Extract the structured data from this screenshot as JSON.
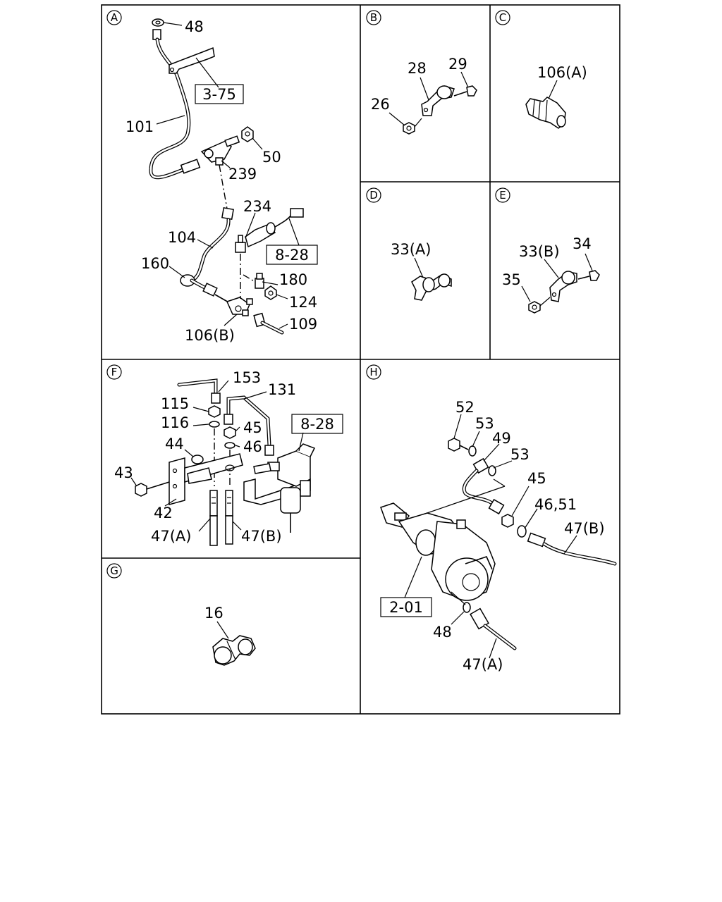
{
  "sections": {
    "A": "A",
    "B": "B",
    "C": "C",
    "D": "D",
    "E": "E",
    "F": "F",
    "G": "G",
    "H": "H"
  },
  "labels": {
    "a48": "48",
    "a3_75": "3-75",
    "a101": "101",
    "a50": "50",
    "a239": "239",
    "a234": "234",
    "a104": "104",
    "a8_28": "8-28",
    "a160": "160",
    "a180": "180",
    "a124": "124",
    "a106b": "106(B)",
    "a109": "109",
    "b28": "28",
    "b29": "29",
    "b26": "26",
    "c106a": "106(A)",
    "d33a": "33(A)",
    "e33b": "33(B)",
    "e34": "34",
    "e35": "35",
    "f153": "153",
    "f131": "131",
    "f115": "115",
    "f116": "116",
    "f45": "45",
    "f8_28": "8-28",
    "f46": "46",
    "f44": "44",
    "f43": "43",
    "f42": "42",
    "f47a": "47(A)",
    "f47b": "47(B)",
    "g16": "16",
    "h52": "52",
    "h53a": "53",
    "h49": "49",
    "h53b": "53",
    "h45": "45",
    "h4651": "46,51",
    "h47b": "47(B)",
    "h2_01": "2-01",
    "h48": "48",
    "h47a": "47(A)"
  }
}
